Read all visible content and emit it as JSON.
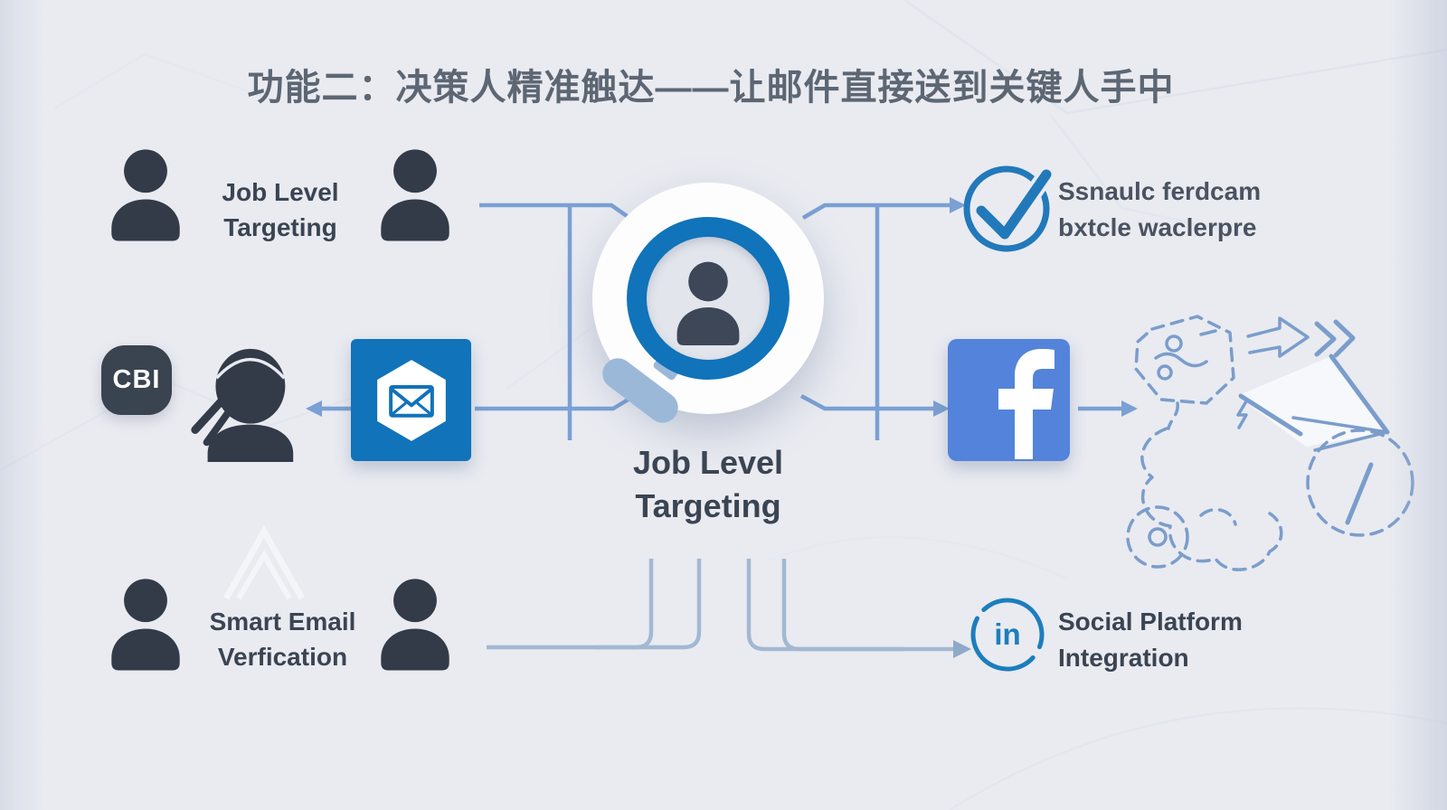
{
  "title": "功能二：决策人精准触达——让邮件直接送到关键人手中",
  "left_column": {
    "job_level": {
      "line1": "Job Level",
      "line2": "Targeting"
    },
    "smart_email": {
      "line1": "Smart Email",
      "line2": "Verfication"
    },
    "cbi_badge": "CBI"
  },
  "center": {
    "line1": "Job Level",
    "line2": "Targeting"
  },
  "right_column": {
    "verified": {
      "line1": "Ssnaulc ferdcam",
      "line2": "bxtcle waclerpre"
    },
    "facebook_letter": "f",
    "linkedin_mark": "in",
    "social": {
      "line1": "Social Platform",
      "line2": "Integration"
    }
  },
  "colors": {
    "background": "#e9ebf1",
    "title_text": "#5d6673",
    "label_text": "#3b4452",
    "silhouette": "#333b48",
    "badge_dark": "#3a4350",
    "primary_blue": "#1173b9",
    "facebook_blue": "#5383da",
    "linkedin_blue": "#1d7dbd",
    "connector_blue": "#7aa0d4",
    "connector_gray": "#a3b8d2",
    "handle_blue": "#9cb8d9",
    "doodle_blue": "#7b9dcb",
    "check_text": "#4b5361"
  }
}
